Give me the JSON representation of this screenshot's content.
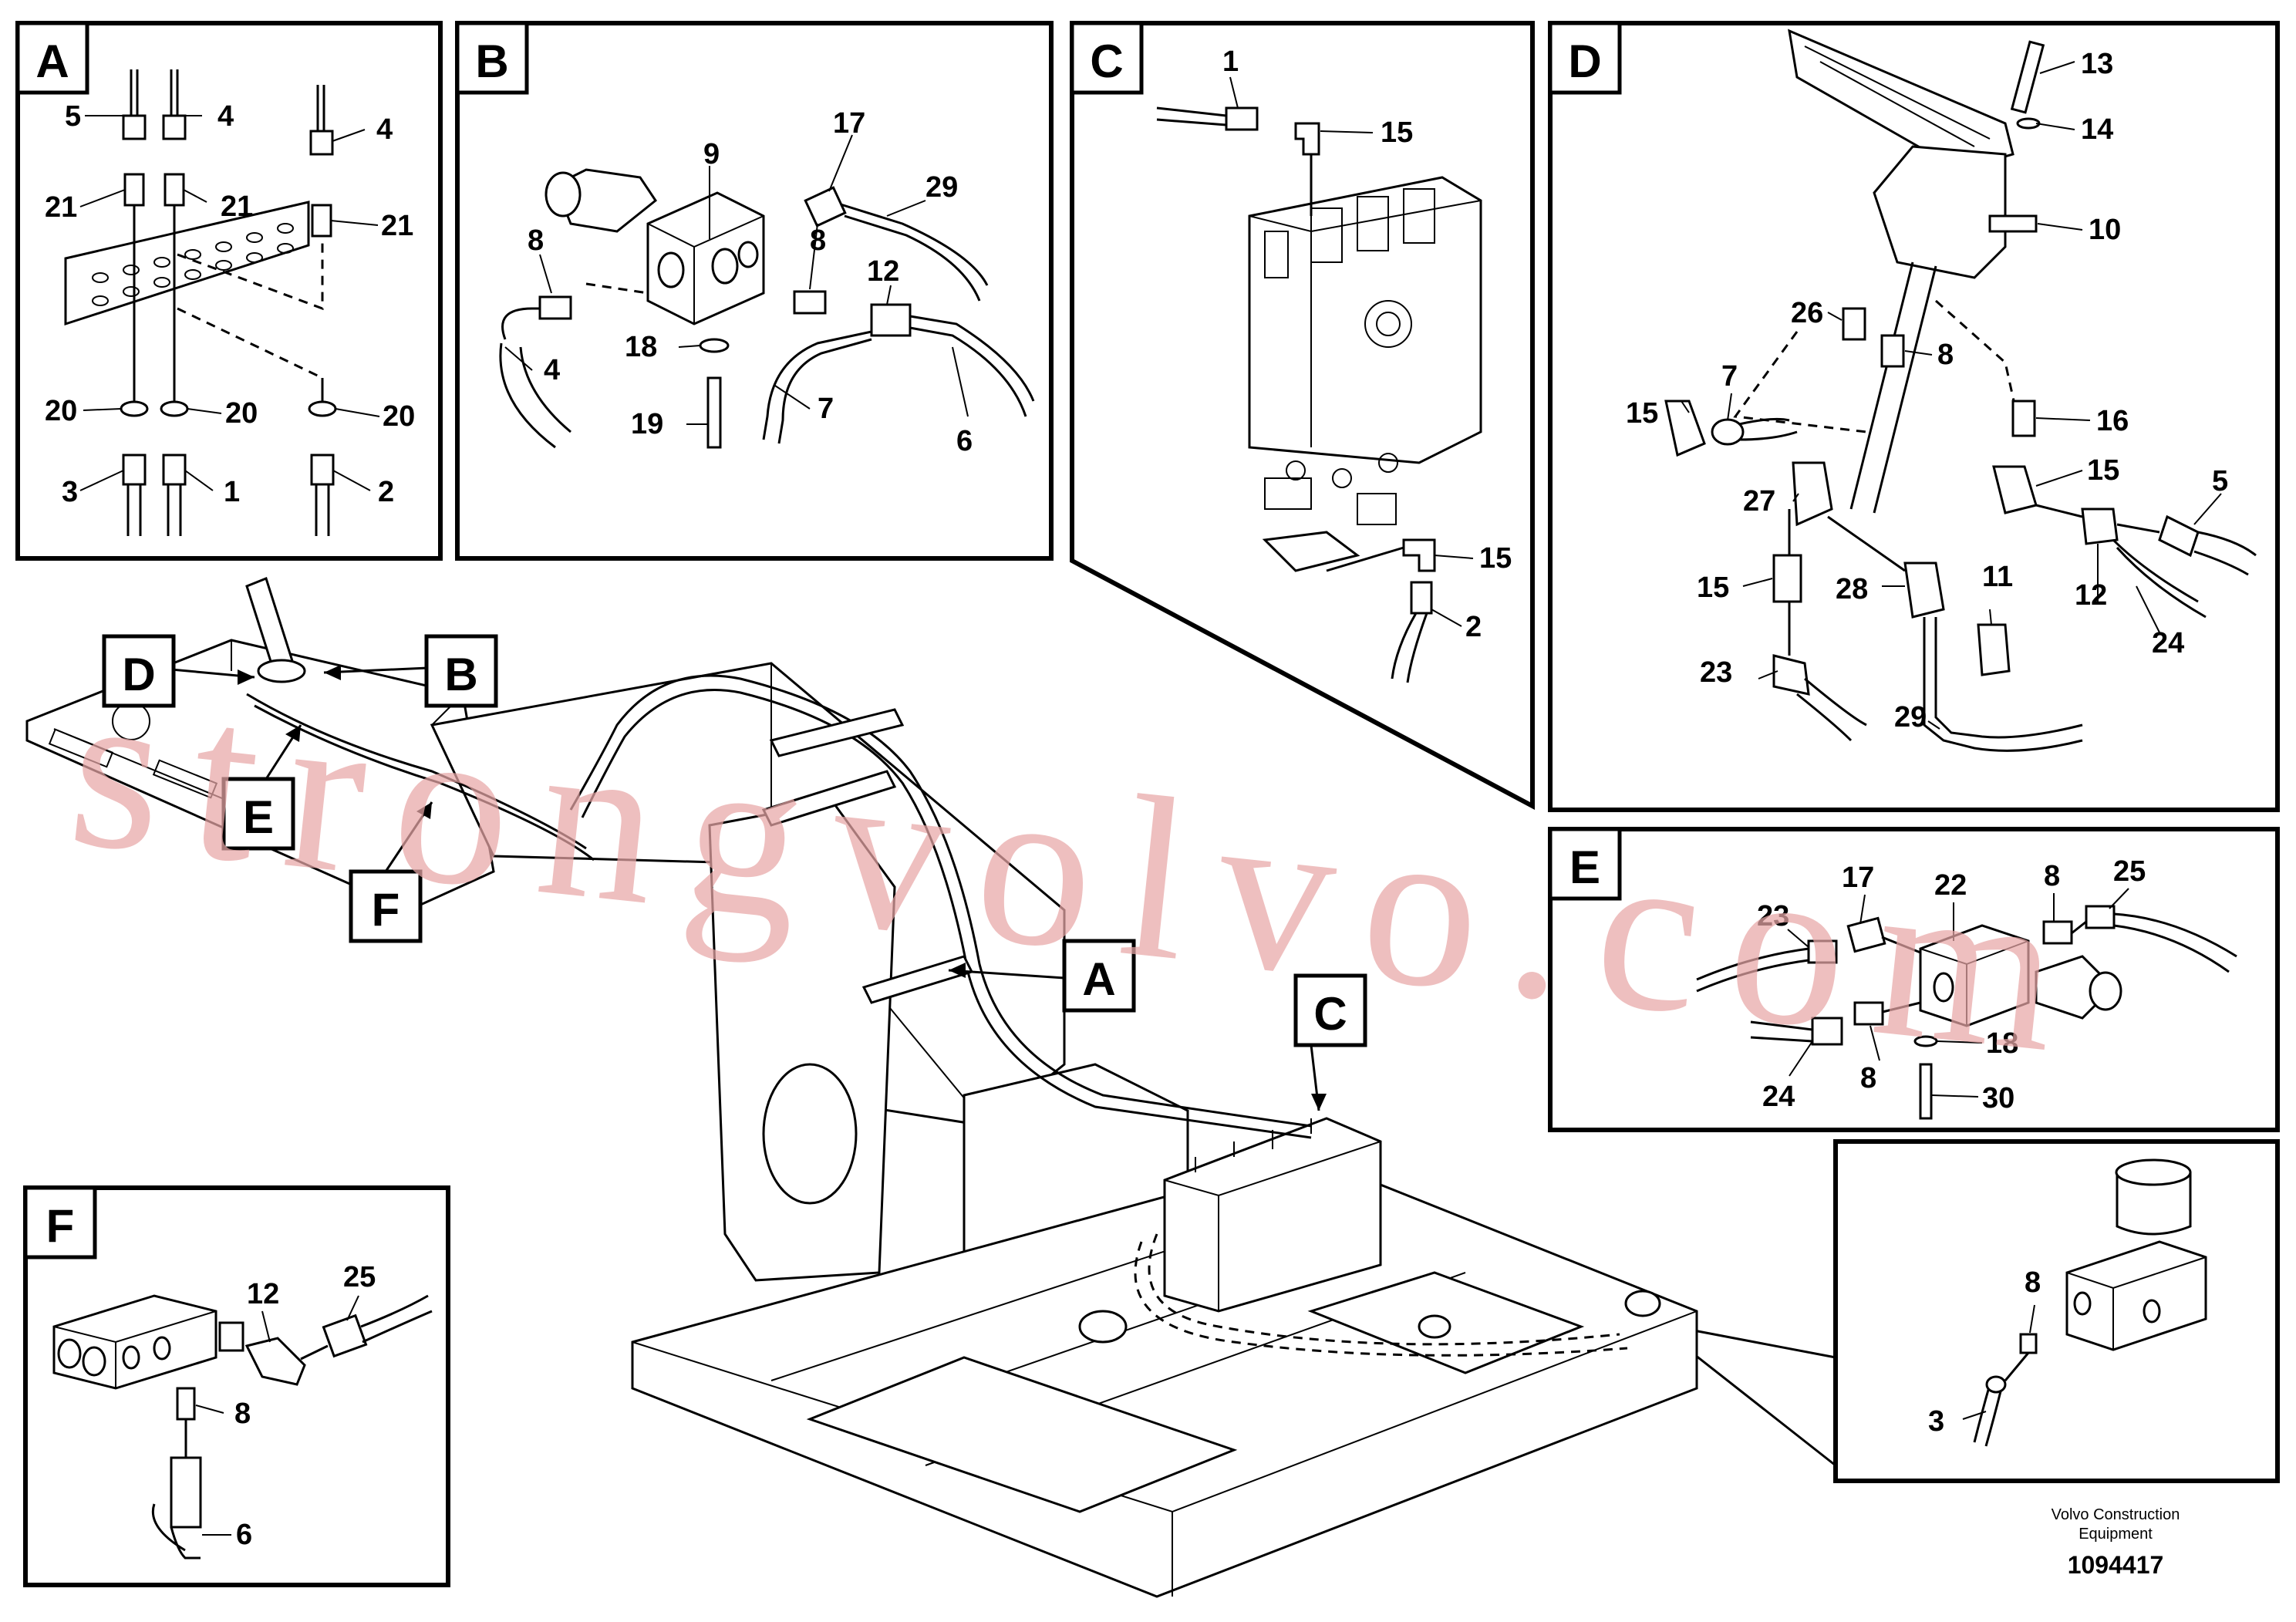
{
  "panels": {
    "A": {
      "tag": "A",
      "labels": [
        "5",
        "4",
        "4",
        "21",
        "21",
        "21",
        "20",
        "20",
        "20",
        "3",
        "1",
        "2"
      ]
    },
    "B": {
      "tag": "B",
      "labels": [
        "9",
        "17",
        "29",
        "8",
        "8",
        "12",
        "18",
        "4",
        "7",
        "19",
        "6"
      ]
    },
    "C": {
      "tag": "C",
      "labels": [
        "1",
        "15",
        "15",
        "2"
      ]
    },
    "D": {
      "tag": "D",
      "labels": [
        "13",
        "14",
        "10",
        "26",
        "8",
        "7",
        "15",
        "16",
        "15",
        "5",
        "27",
        "12",
        "15",
        "28",
        "11",
        "24",
        "23",
        "29"
      ]
    },
    "E": {
      "tag": "E",
      "labels": [
        "17",
        "22",
        "8",
        "25",
        "23",
        "18",
        "24",
        "8",
        "30"
      ]
    },
    "F": {
      "tag": "F",
      "labels": [
        "12",
        "25",
        "8",
        "6"
      ]
    },
    "G": {
      "labels": [
        "8",
        "3"
      ]
    }
  },
  "main_callouts": [
    "D",
    "B",
    "E",
    "F",
    "A",
    "C"
  ],
  "watermark": "strongvolvo.com",
  "footer": {
    "company_line1": "Volvo Construction",
    "company_line2": "Equipment",
    "drawing_number": "1094417"
  },
  "colors": {
    "line": "#000000",
    "watermark": "#e8a7a7",
    "background": "#ffffff"
  }
}
